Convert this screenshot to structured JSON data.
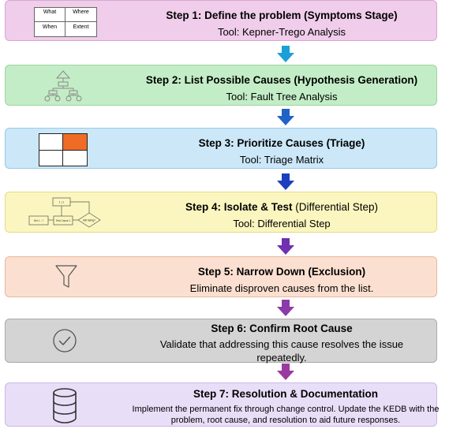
{
  "colors": {
    "s1": "#f0cdea",
    "s2": "#c3edc6",
    "s3": "#cbe7f8",
    "s4": "#fbf6bf",
    "s5": "#fbe0d1",
    "s6": "#d4d4d4",
    "s7": "#e9def7",
    "arrow1": "#1aa0d8",
    "arrow2": "#1f63c8",
    "arrow3": "#1c3fc0",
    "arrow4": "#7030b0",
    "arrow5": "#8c3aa8",
    "arrow6": "#9a3aa0",
    "triage_highlight": "#ef6b26"
  },
  "steps": [
    {
      "title": "Step 1: Define the problem (Symptoms Stage)",
      "sub": "Tool: Kepner-Trego Analysis",
      "icon": "kt-grid-icon",
      "grid": [
        "What",
        "Where",
        "When",
        "Extent"
      ]
    },
    {
      "title": "Step 2: List Possible Causes (Hypothesis Generation)",
      "sub": "Tool: Fault Tree Analysis",
      "icon": "fault-tree-icon"
    },
    {
      "title": "Step 3: Prioritize Causes (Triage)",
      "sub": "Tool: Triage Matrix",
      "icon": "triage-matrix-icon"
    },
    {
      "title_bold": "Step 4: Isolate & Test",
      "title_rest": " (Differential Step)",
      "sub": "Tool: Differential Step",
      "icon": "flowchart-icon",
      "flow": [
        "1 | 1",
        "Set 1→?",
        "Test Cause 1",
        "Still failing?"
      ]
    },
    {
      "title": "Step 5: Narrow Down (Exclusion)",
      "sub": "Eliminate disproven causes from the list.",
      "icon": "funnel-icon"
    },
    {
      "title": "Step 6: Confirm Root Cause",
      "sub": "Validate that addressing this cause resolves the issue repeatedly.",
      "icon": "check-circle-icon"
    },
    {
      "title": "Step 7: Resolution & Documentation",
      "sub": "Implement the permanent fix through change control. Update the KEDB with the problem, root cause, and resolution to aid future responses.",
      "icon": "database-icon"
    }
  ]
}
